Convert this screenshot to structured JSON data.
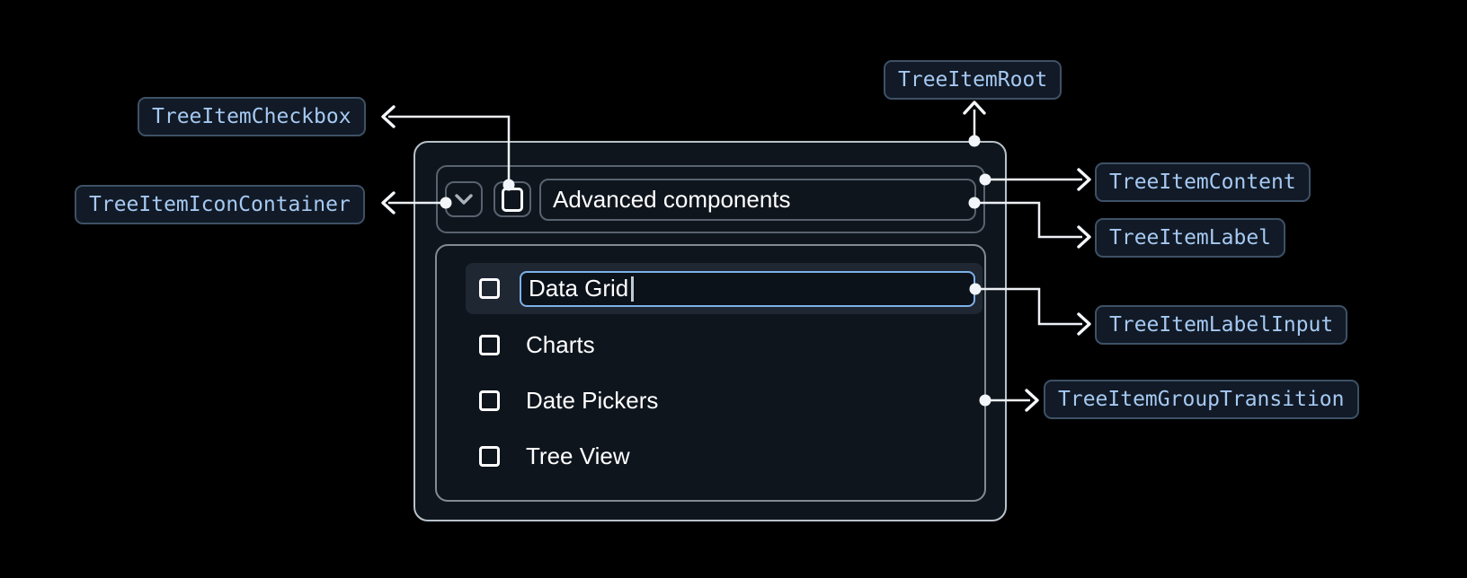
{
  "annotations": {
    "root": "TreeItemRoot",
    "checkbox": "TreeItemCheckbox",
    "icon_container": "TreeItemIconContainer",
    "content": "TreeItemContent",
    "label": "TreeItemLabel",
    "label_input": "TreeItemLabelInput",
    "group_transition": "TreeItemGroupTransition"
  },
  "tree": {
    "parent": {
      "label": "Advanced components",
      "expanded": true,
      "checked": false
    },
    "editing_item": {
      "value": "Data Grid",
      "checked": false,
      "selected": true
    },
    "children": [
      {
        "label": "Charts",
        "checked": false
      },
      {
        "label": "Date Pickers",
        "checked": false
      },
      {
        "label": "Tree View",
        "checked": false
      }
    ]
  },
  "icons": {
    "expand": "chevron-down-icon",
    "checkbox": "checkbox-unchecked-icon"
  },
  "colors": {
    "page_background": "#000000",
    "component_background": "#0e151d",
    "accent_blue_input_border": "#7db1ea",
    "annotation_text": "#a6c9f2",
    "annotation_background": "#111a26",
    "annotation_border": "#3e5166",
    "selected_row_background": "#1f2733",
    "frame_border_light": "#b9c1ca",
    "frame_border_gray": "#59636e",
    "text": "#ffffff",
    "connector": "#edf1f5"
  }
}
